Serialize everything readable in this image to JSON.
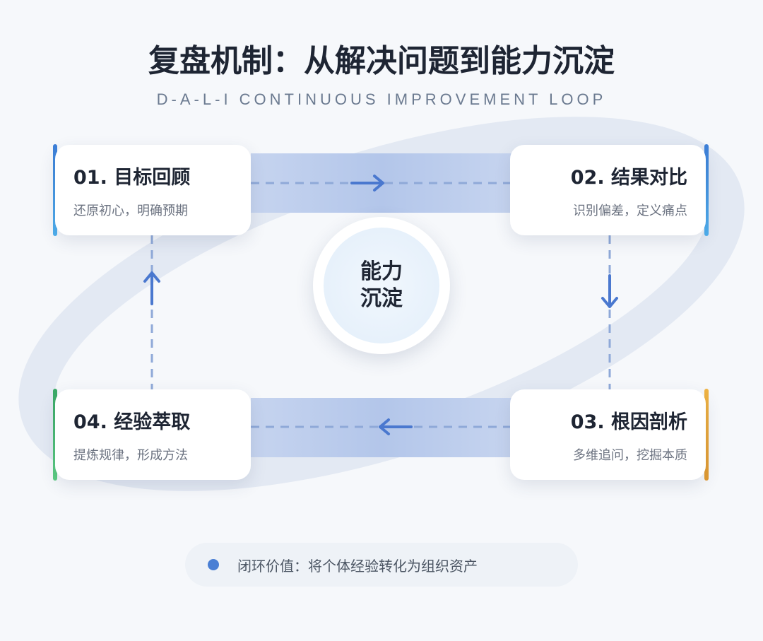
{
  "title": "复盘机制：从解决问题到能力沉淀",
  "subtitle": "D-A-L-I CONTINUOUS IMPROVEMENT LOOP",
  "center": {
    "line1": "能力",
    "line2": "沉淀"
  },
  "steps": [
    {
      "title": "01. 目标回顾",
      "desc": "还原初心，明确预期",
      "color": "#3d8fe0"
    },
    {
      "title": "02. 结果对比",
      "desc": "识别偏差，定义痛点",
      "color": "#3d8fe0"
    },
    {
      "title": "03. 根因剖析",
      "desc": "多维追问，挖掘本质",
      "color": "#e8a33a"
    },
    {
      "title": "04. 经验萃取",
      "desc": "提炼规律，形成方法",
      "color": "#4cbb73"
    }
  ],
  "footer": "闭环价值：将个体经验转化为组织资产"
}
